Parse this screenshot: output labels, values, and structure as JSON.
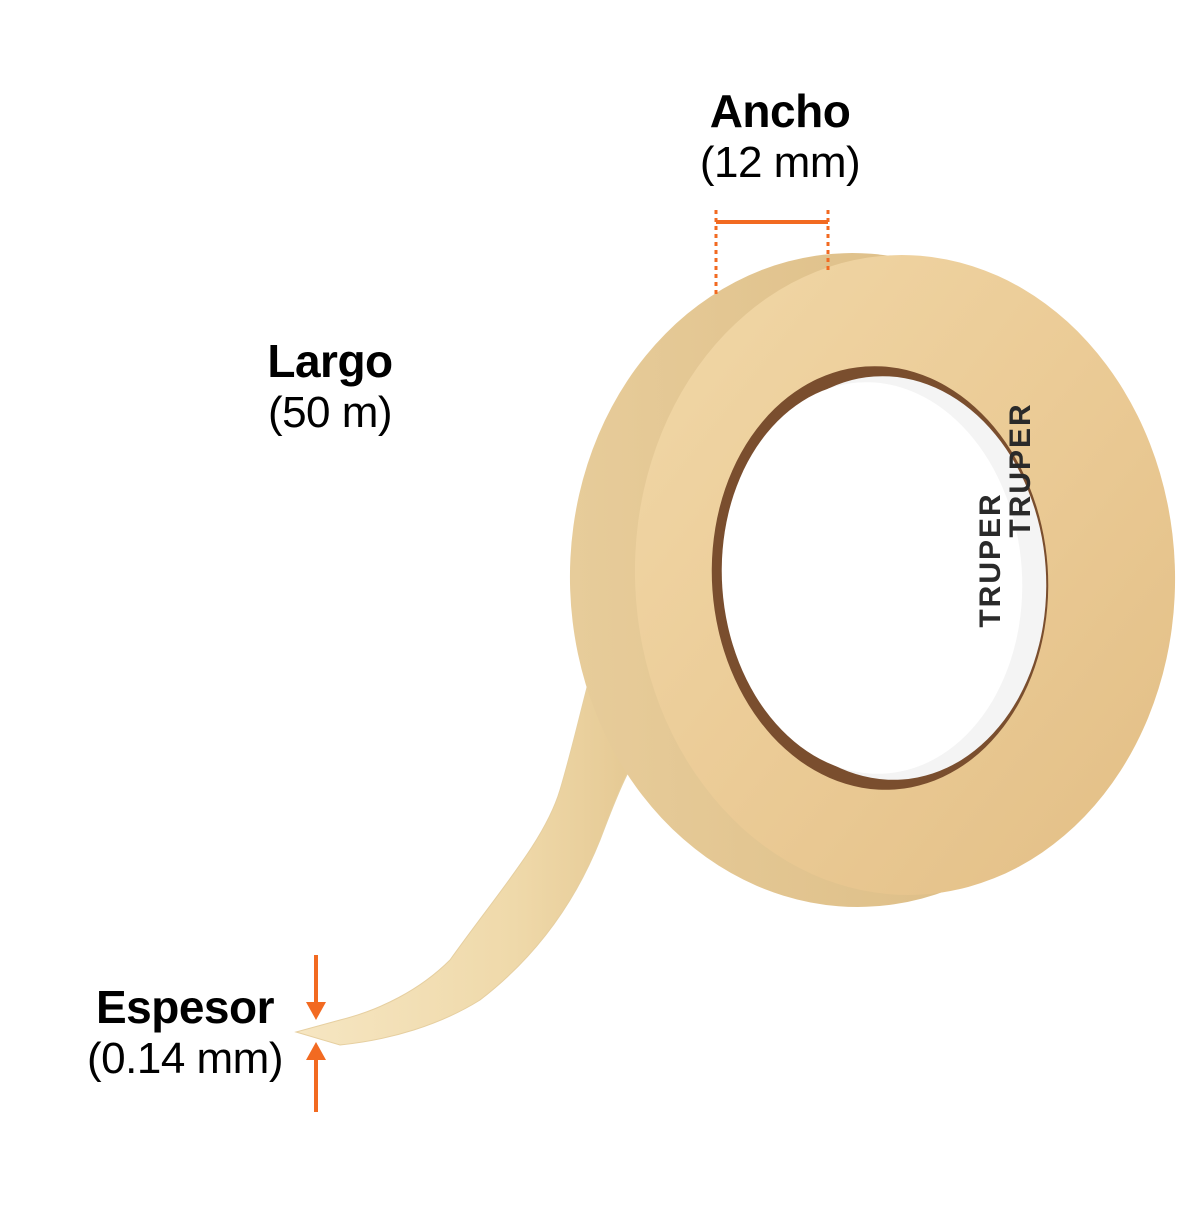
{
  "labels": {
    "width": {
      "title": "Ancho",
      "value": "(12 mm)"
    },
    "length": {
      "title": "Largo",
      "value": "(50 m)"
    },
    "thickness": {
      "title": "Espesor",
      "value": "(0.14 mm)"
    }
  },
  "brand": "TRUPER",
  "colors": {
    "accent": "#F26A21",
    "tape_outer": "#EBCB96",
    "tape_strip": "#F3DFB4",
    "core": "#7A4E2E",
    "background": "#FFFFFF"
  },
  "icons": [
    "dimension-line-icon",
    "arrow-down-icon",
    "arrow-up-icon"
  ]
}
